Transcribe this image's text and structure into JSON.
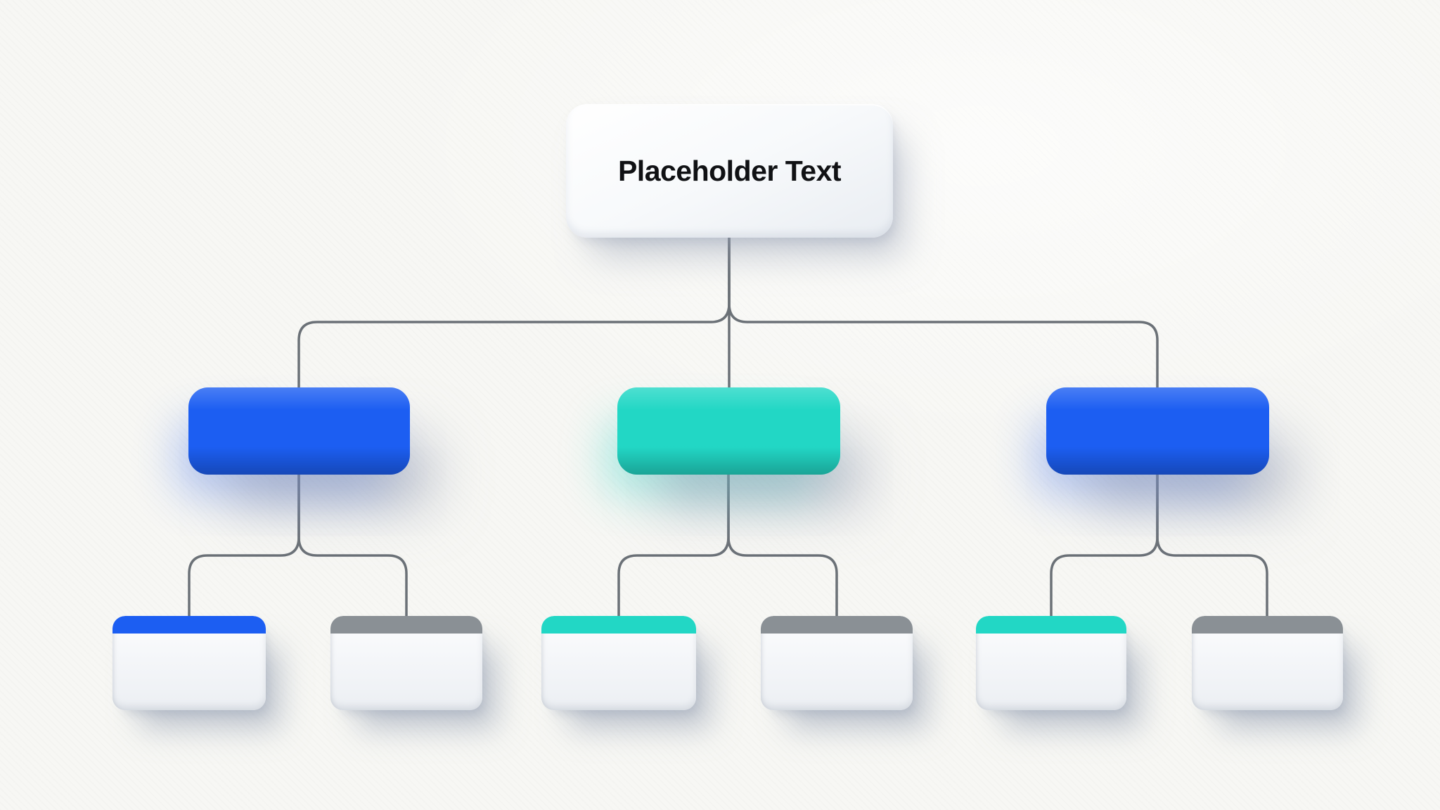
{
  "diagram": {
    "type": "org-chart",
    "levels": 3,
    "root": {
      "label": "Placeholder Text",
      "style": "white-card"
    },
    "branches": [
      {
        "id": "branch-1",
        "label": "",
        "accent": "blue"
      },
      {
        "id": "branch-2",
        "label": "",
        "accent": "teal"
      },
      {
        "id": "branch-3",
        "label": "",
        "accent": "blue"
      }
    ],
    "leaves": [
      {
        "id": "leaf-1",
        "label": "",
        "accent_bar": "blue",
        "parent": "branch-1"
      },
      {
        "id": "leaf-2",
        "label": "",
        "accent_bar": "gray",
        "parent": "branch-1"
      },
      {
        "id": "leaf-3",
        "label": "",
        "accent_bar": "teal",
        "parent": "branch-2"
      },
      {
        "id": "leaf-4",
        "label": "",
        "accent_bar": "gray",
        "parent": "branch-2"
      },
      {
        "id": "leaf-5",
        "label": "",
        "accent_bar": "teal",
        "parent": "branch-3"
      },
      {
        "id": "leaf-6",
        "label": "",
        "accent_bar": "gray",
        "parent": "branch-3"
      }
    ]
  },
  "colors": {
    "accent-blue": "#1c5ef2",
    "accent-teal": "#22d7c5",
    "accent-gray": "#8a9095",
    "connector": "#6b7177",
    "canvas-bg": "#f7f7f4",
    "title-text": "#101114"
  }
}
